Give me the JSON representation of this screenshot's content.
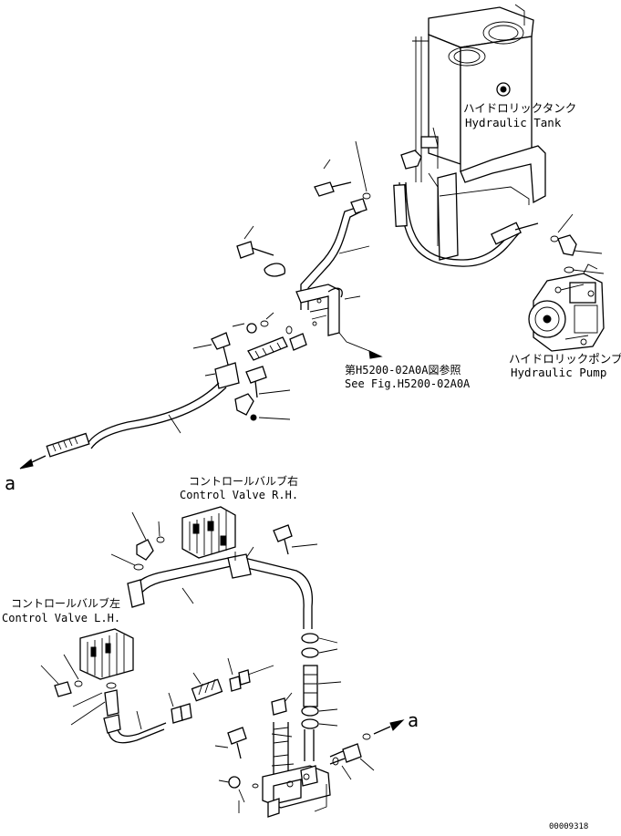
{
  "labels": {
    "hydraulic_tank_jp": "ハイドロリックタンク",
    "hydraulic_tank_en": "Hydraulic Tank",
    "hydraulic_pump_jp": "ハイドロリックポンプ",
    "hydraulic_pump_en": "Hydraulic Pump",
    "see_fig_jp": "第H5200-02A0A図参照",
    "see_fig_en": "See Fig.H5200-02A0A",
    "cv_rh_jp": "コントロールバルブ右",
    "cv_rh_en": "Control Valve R.H.",
    "cv_lh_jp": "コントロールバルブ左",
    "cv_lh_en": "Control Valve L.H.",
    "ref_a_left": "a",
    "ref_a_right": "a",
    "drawing_number": "00009318"
  }
}
